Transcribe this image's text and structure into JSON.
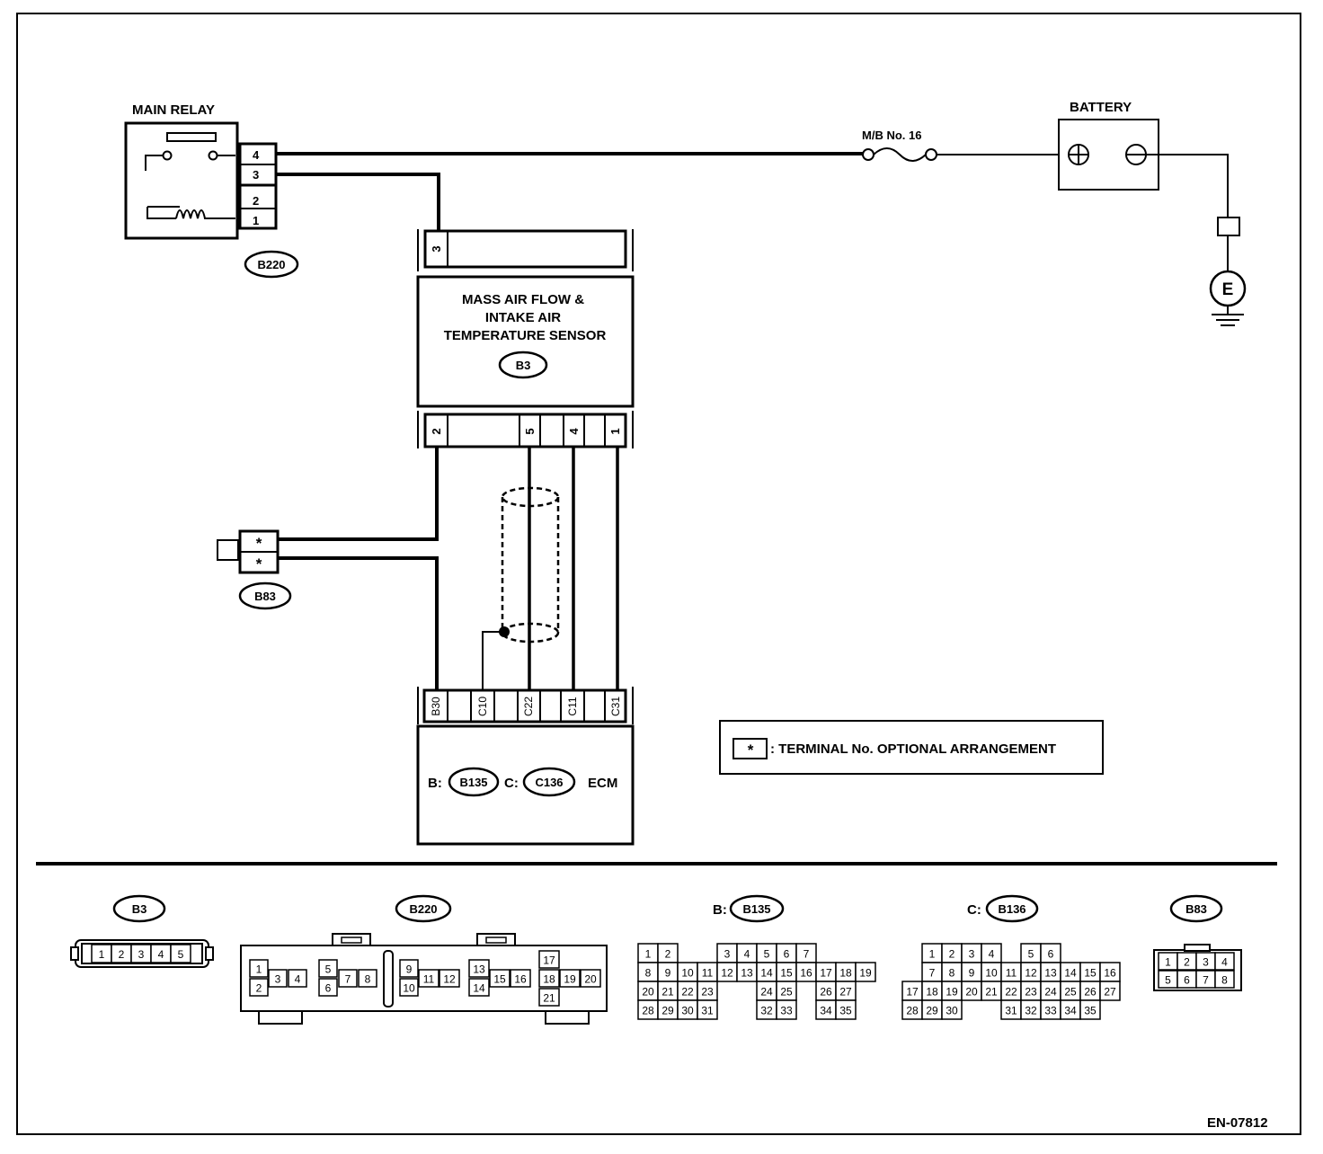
{
  "main_relay": {
    "title": "MAIN RELAY",
    "connector_id": "B220",
    "pins": [
      "4",
      "3",
      "2",
      "1"
    ]
  },
  "fuse": {
    "label": "M/B No. 16"
  },
  "battery": {
    "title": "BATTERY",
    "positive_symbol": "⊕",
    "negative_symbol": "⊖"
  },
  "ground": {
    "label": "E"
  },
  "maf_sensor": {
    "title_lines": [
      "MASS AIR FLOW &",
      "INTAKE AIR",
      "TEMPERATURE SENSOR"
    ],
    "connector_id": "B3",
    "top_pin": "3",
    "bottom_pins": [
      "2",
      "5",
      "4",
      "1"
    ]
  },
  "b83": {
    "connector_id": "B83",
    "pins": [
      "*",
      "*"
    ]
  },
  "ecm": {
    "label": "ECM",
    "b_prefix": "B:",
    "b_id": "B135",
    "c_prefix": "C:",
    "c_id": "C136",
    "pins": [
      "B30",
      "C10",
      "C22",
      "C11",
      "C31"
    ]
  },
  "legend": {
    "symbol": "*",
    "text": ": TERMINAL No. OPTIONAL ARRANGEMENT"
  },
  "connector_views": {
    "b3": {
      "id": "B3",
      "pins": [
        "1",
        "2",
        "3",
        "4",
        "5"
      ]
    },
    "b220": {
      "id": "B220",
      "pins": [
        "1",
        "2",
        "3",
        "4",
        "5",
        "6",
        "7",
        "8",
        "9",
        "10",
        "11",
        "12",
        "13",
        "14",
        "15",
        "16",
        "17",
        "18",
        "19",
        "20",
        "21"
      ]
    },
    "b135": {
      "prefix": "B:",
      "id": "B135",
      "rows": [
        [
          "1",
          "2",
          "",
          "",
          "3",
          "4",
          "5",
          "6",
          "7"
        ],
        [
          "8",
          "9",
          "10",
          "11",
          "12",
          "13",
          "14",
          "15",
          "16",
          "17",
          "18",
          "19"
        ],
        [
          "20",
          "21",
          "22",
          "23",
          "",
          "",
          "24",
          "25",
          "",
          "26",
          "27"
        ],
        [
          "28",
          "29",
          "30",
          "31",
          "",
          "",
          "32",
          "33",
          "",
          "34",
          "35"
        ]
      ]
    },
    "b136": {
      "prefix": "C:",
      "id": "B136",
      "rows": [
        [
          "1",
          "2",
          "3",
          "4",
          "",
          "5",
          "6"
        ],
        [
          "7",
          "8",
          "9",
          "10",
          "11",
          "12",
          "13",
          "14",
          "15",
          "16"
        ],
        [
          "17",
          "18",
          "19",
          "20",
          "21",
          "22",
          "23",
          "24",
          "25",
          "26",
          "27"
        ],
        [
          "28",
          "29",
          "30",
          "",
          "",
          "31",
          "32",
          "33",
          "34",
          "35"
        ]
      ]
    },
    "b83": {
      "id": "B83",
      "pins": [
        "1",
        "2",
        "3",
        "4",
        "5",
        "6",
        "7",
        "8"
      ]
    }
  },
  "diagram_code": "EN-07812"
}
